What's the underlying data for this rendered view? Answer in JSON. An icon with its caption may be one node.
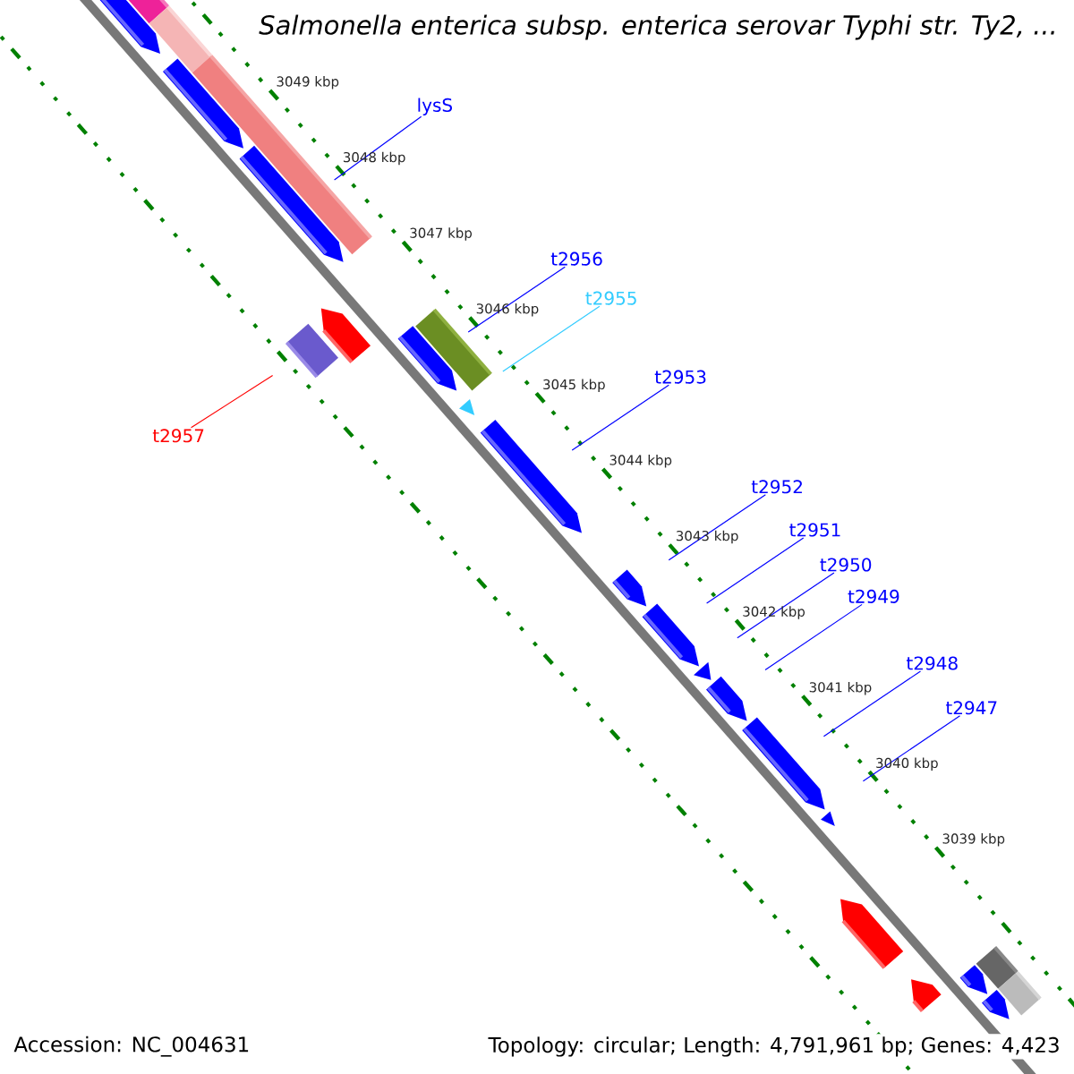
{
  "diagram": {
    "title": "Salmonella enterica subsp. enterica serovar Typhi str. Ty2, ...",
    "nodes": [
      {
        "text": [
          "lysS"
        ]
      },
      {
        "text": [
          "t2956"
        ]
      },
      {
        "text": [
          "t2955"
        ]
      },
      {
        "text": [
          "t2953"
        ]
      },
      {
        "text": [
          "t2957"
        ]
      },
      {
        "text": [
          "t2952"
        ]
      },
      {
        "text": [
          "t2951"
        ]
      },
      {
        "text": [
          "t2950"
        ]
      },
      {
        "text": [
          "t2949"
        ]
      },
      {
        "text": [
          "t2948"
        ]
      },
      {
        "text": [
          "t2947"
        ]
      }
    ],
    "edges": [
      {
        "from": 0,
        "to": null,
        "arrow": "none"
      },
      {
        "from": 1,
        "to": null,
        "arrow": "none"
      },
      {
        "from": 2,
        "to": null,
        "arrow": "none",
        "color": "#33ccff"
      },
      {
        "from": 3,
        "to": null,
        "arrow": "none"
      },
      {
        "from": 4,
        "to": null,
        "arrow": "none",
        "color": "#ff0000"
      },
      {
        "from": 5,
        "to": null,
        "arrow": "none"
      },
      {
        "from": 6,
        "to": null,
        "arrow": "none"
      },
      {
        "from": 7,
        "to": null,
        "arrow": "none"
      },
      {
        "from": 8,
        "to": null,
        "arrow": "none"
      },
      {
        "from": 9,
        "to": null,
        "arrow": "none"
      },
      {
        "from": 10,
        "to": null,
        "arrow": "none"
      }
    ],
    "labels": [
      "3049 kbp",
      "3048 kbp",
      "3047 kbp",
      "3046 kbp",
      "3045 kbp",
      "3044 kbp",
      "3043 kbp",
      "3042 kbp",
      "3041 kbp",
      "3040 kbp",
      "3039 kbp",
      "Accession: NC_004631",
      "Topology: circular; Length: 4,791,961 bp; Genes: 4,423"
    ]
  }
}
